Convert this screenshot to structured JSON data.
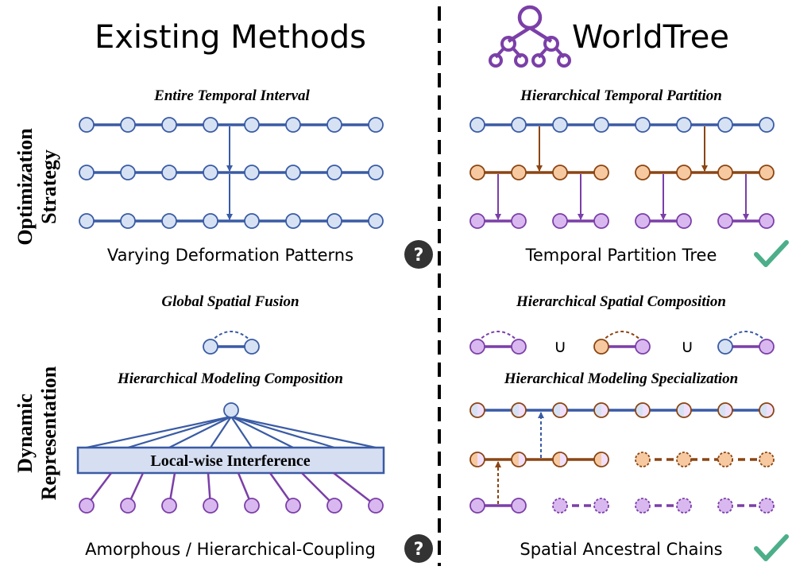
{
  "colors": {
    "blue": "#3a5ba5",
    "blue_fill": "#d6e2f3",
    "brown": "#8b4513",
    "brown_fill": "#f7c9a0",
    "purple": "#7b3fa8",
    "purple_fill": "#d9b8f0",
    "check": "#4caf8a",
    "box_fill": "#d6def2"
  },
  "left": {
    "title": "Existing Methods",
    "opt_subtitle": "Entire Temporal Interval",
    "opt_caption": "Varying Deformation Patterns",
    "spatial_subtitle": "Global Spatial Fusion",
    "model_subtitle": "Hierarchical Modeling Composition",
    "box_label": "Local-wise Interference",
    "rep_caption": "Amorphous / Hierarchical-Coupling"
  },
  "right": {
    "title": "WorldTree",
    "opt_subtitle": "Hierarchical Temporal Partition",
    "opt_caption": "Temporal Partition Tree",
    "spatial_subtitle": "Hierarchical Spatial Composition",
    "union_symbol": "∪",
    "model_subtitle": "Hierarchical Modeling Specialization",
    "rep_caption": "Spatial Ancestral Chains"
  },
  "rows": {
    "optimization": "Optimization\nStrategy",
    "representation": "Dynamic\nRepresentation"
  },
  "icons": {
    "question": "question-circle-icon",
    "check": "check-icon",
    "logo": "tree-logo-icon"
  },
  "question_glyph": "?"
}
